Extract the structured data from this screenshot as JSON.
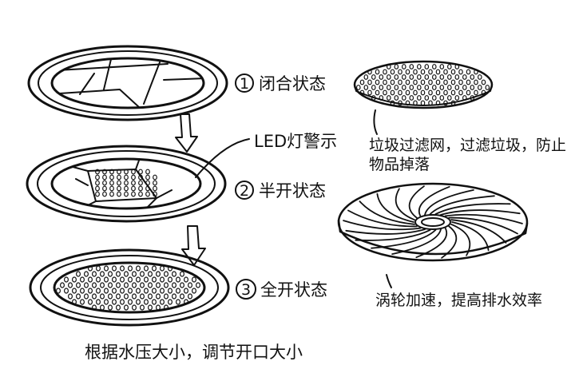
{
  "states": [
    {
      "marker": "1",
      "label": "闭合状态"
    },
    {
      "marker": "2",
      "label": "半开状态"
    },
    {
      "marker": "3",
      "label": "全开状态"
    }
  ],
  "callout": {
    "label": "LED灯警示"
  },
  "bottom_note": "根据水压大小，调节开口大小",
  "filter": {
    "caption_line1": "垃圾过滤网，过滤垃圾，防止",
    "caption_line2": "物品掉落"
  },
  "vortex": {
    "caption": "涡轮加速，提高排水效率"
  }
}
